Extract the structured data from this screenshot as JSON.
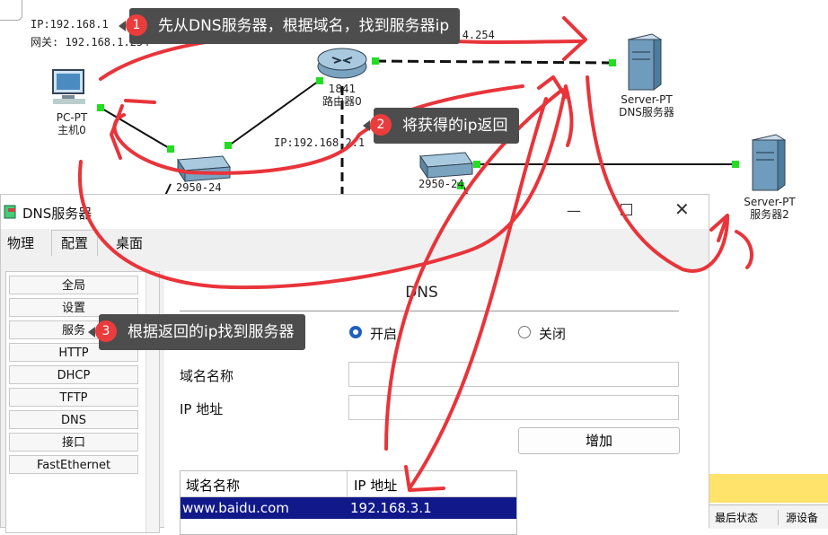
{
  "topology": {
    "pc_ip": "IP:192.168.1",
    "pc_gateway": "网关: 192.168.1.254",
    "router_ip_right": "IP: 192.168.4.254",
    "router_ip_down": "IP:192.168.2.1",
    "pc_label_1": "PC-PT",
    "pc_label_2": "主机0",
    "router_label_1": "1841",
    "router_label_2": "路由器0",
    "switch1_label": "2950-24",
    "switch2_label": "2950-24",
    "dns_server_label_1": "Server-PT",
    "dns_server_label_2": "DNS服务器",
    "server2_label_1": "Server-PT",
    "server2_label_2": "服务器2"
  },
  "callouts": [
    {
      "num": "1",
      "text": "先从DNS服务器，根据域名，找到服务器ip"
    },
    {
      "num": "2",
      "text": "将获得的ip返回"
    },
    {
      "num": "3",
      "text": "根据返回的ip找到服务器"
    }
  ],
  "window": {
    "title": "DNS服务器",
    "tabs": [
      "物理",
      "配置",
      "桌面"
    ],
    "active_tab": "配置",
    "sidebar": [
      "全局",
      "设置",
      "服务",
      "HTTP",
      "DHCP",
      "TFTP",
      "DNS",
      "接口",
      "FastEthernet"
    ],
    "panel_title": "DNS",
    "service_on": "开启",
    "service_off": "关闭",
    "domain_label": "域名名称",
    "ip_label": "IP 地址",
    "add_button": "增加",
    "table_headers": [
      "域名名称",
      "IP 地址"
    ],
    "table_rows": [
      [
        "www.baidu.com",
        "192.168.3.1"
      ]
    ]
  },
  "background_table_headers": [
    "最后状态",
    "源设备"
  ],
  "colors": {
    "annotation_red": "#e8343a",
    "callout_bg": "#4d4d4d",
    "selected_row": "#11198a",
    "link_green": "#22dd22"
  }
}
